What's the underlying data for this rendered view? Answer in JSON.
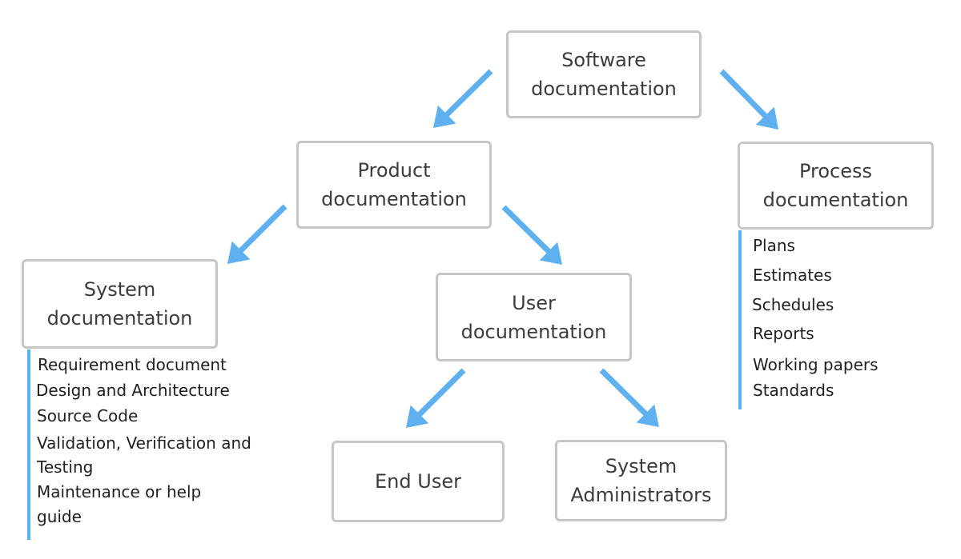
{
  "diagram": {
    "colors": {
      "arrow": "#5fb0ee",
      "box_border": "#c6c6c6",
      "list_bar": "#5fb0ee"
    },
    "nodes": {
      "software": "Software\ndocumentation",
      "product": "Product\ndocumentation",
      "process": "Process\ndocumentation",
      "system": "System\ndocumentation",
      "user": "User\ndocumentation",
      "end_user": "End User",
      "sys_admins": "System\nAdministrators"
    },
    "system_items": [
      "Requirement document",
      "Design and Architecture",
      "Source Code",
      "Validation, Verification and",
      "Testing",
      "Maintenance or help",
      "guide"
    ],
    "process_items": [
      "Plans",
      "Estimates",
      "Schedules",
      "Reports",
      "Working papers",
      "Standards"
    ]
  }
}
